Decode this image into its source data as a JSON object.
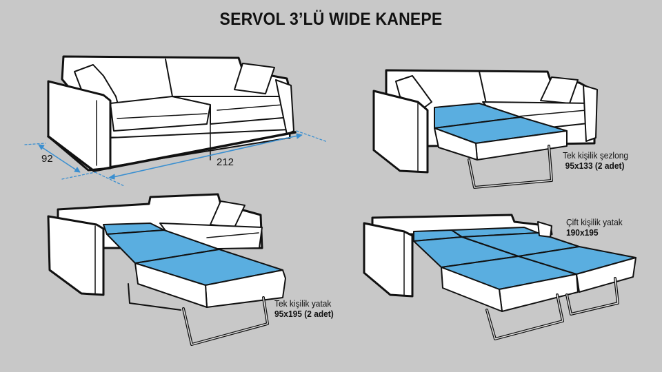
{
  "title": "SERVOL 3’LÜ WIDE KANEPE",
  "colors": {
    "background": "#c8c8c8",
    "mattress": "#5aaee0",
    "outline": "#111111",
    "upholstery": "#ffffff",
    "dimension_line": "#3a8fd0"
  },
  "dimensions": {
    "depth": "92",
    "width": "212"
  },
  "configurations": [
    {
      "name": "sofa",
      "caption_line1": "",
      "caption_line2": ""
    },
    {
      "name": "chaise",
      "caption_line1": "Tek kişilik şezlong",
      "caption_line2": "95x133  (2 adet)"
    },
    {
      "name": "single-bed",
      "caption_line1": "Tek kişilik yatak",
      "caption_line2": "95x195 (2 adet)"
    },
    {
      "name": "double-bed",
      "caption_line1": "Çift kişilik yatak",
      "caption_line2": "190x195"
    }
  ]
}
